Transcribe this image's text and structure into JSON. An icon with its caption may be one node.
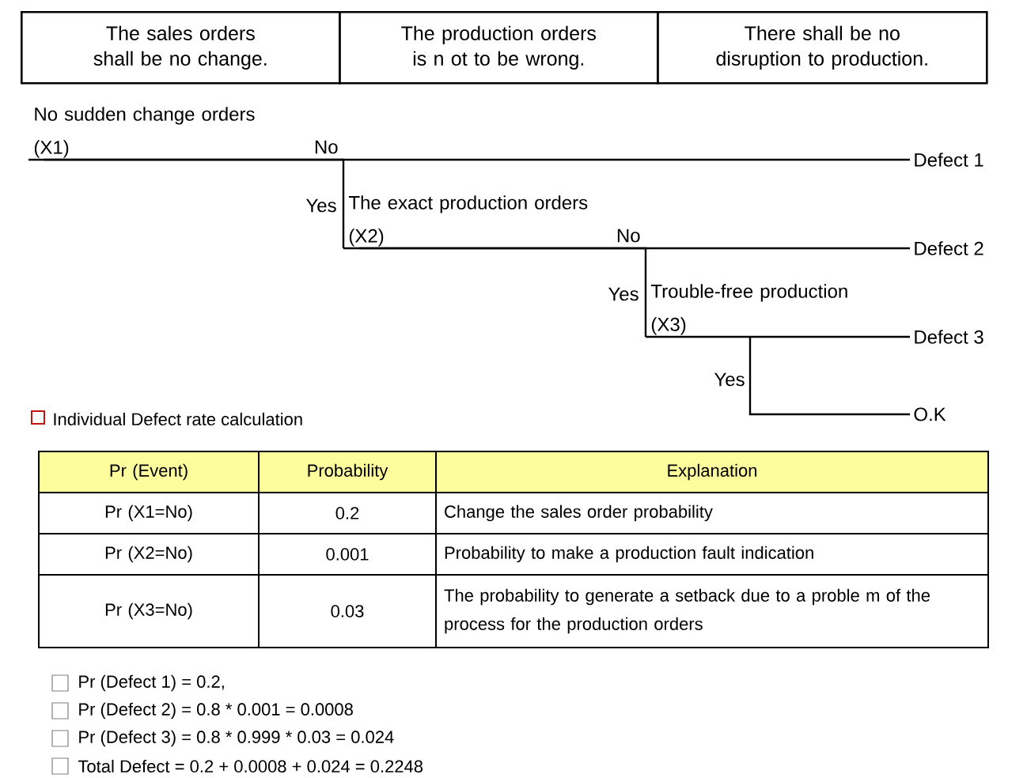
{
  "diagram": {
    "nodes": [
      {
        "text": [
          "The sales orders shall be no change."
        ]
      },
      {
        "text": [
          "The production orders is n ot to be wrong."
        ]
      },
      {
        "text": [
          "There shall be no disruption to production."
        ]
      },
      {
        "text": [
          "No sudden change orders (X1)"
        ]
      },
      {
        "text": [
          "The exact production orders (X2)"
        ]
      },
      {
        "text": [
          "Trouble-free production (X3)"
        ]
      },
      {
        "text": [
          "Defect 1"
        ]
      },
      {
        "text": [
          "Defect 2"
        ]
      },
      {
        "text": [
          "Defect 3"
        ]
      },
      {
        "text": [
          "O.K"
        ]
      }
    ],
    "edges": [
      {
        "from": 3,
        "to": 6,
        "arrow": "none",
        "label": "No"
      },
      {
        "from": 3,
        "to": 4,
        "arrow": "none",
        "label": "Yes"
      },
      {
        "from": 4,
        "to": 7,
        "arrow": "none",
        "label": "No"
      },
      {
        "from": 4,
        "to": 5,
        "arrow": "none",
        "label": "Yes"
      },
      {
        "from": 5,
        "to": 8,
        "arrow": "none"
      },
      {
        "from": 5,
        "to": 9,
        "arrow": "none",
        "label": "Yes"
      }
    ],
    "labels": [
      "Individual Defect rate calculation",
      "Pr (Event)",
      "Probability",
      "Explanation",
      "Pr (X1=No)",
      "0.2",
      "Change the sales order probability",
      "Pr (X2=No)",
      "0.001",
      "Probability to make a production fault indication",
      "Pr (X3=No)",
      "0.03",
      "The probability to generate a setback due to a proble m of the process for the production orders",
      "Pr (Defect 1) = 0.2,",
      "Pr (Defect 2) = 0.8 * 0.001 = 0.0008",
      "Pr (Defect 3) = 0.8 * 0.999 * 0.03 = 0.024",
      "Total Defect = 0.2 + 0.0008 + 0.024 = 0.2248"
    ]
  }
}
